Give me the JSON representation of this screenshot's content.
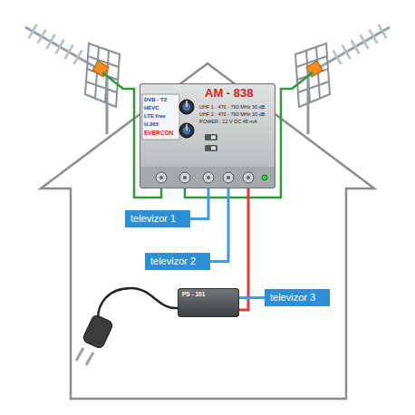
{
  "diagram": {
    "nodes": [
      {
        "text": [
          "DVB - T2",
          "HEVC",
          "LTE free",
          "H.265",
          "EVERCON",
          "AM - 838",
          "UHF 1 : 470 - 790 MHz 30 dB",
          "UHF 2 : 470 - 790 MHz 30 dB",
          "POWER : 12 V DC 45 mA"
        ]
      },
      {
        "text": [
          "televizor 1"
        ]
      },
      {
        "text": [
          "televizor 2"
        ]
      },
      {
        "text": [
          "PS - 101"
        ]
      },
      {
        "text": [
          "televizor 3"
        ]
      }
    ],
    "edges": [
      {
        "from": 0,
        "to": 1,
        "arrow": "none"
      },
      {
        "from": 0,
        "to": 2,
        "arrow": "none"
      },
      {
        "from": 0,
        "to": 3,
        "arrow": "none"
      },
      {
        "from": 3,
        "to": 4,
        "arrow": "none"
      }
    ]
  }
}
